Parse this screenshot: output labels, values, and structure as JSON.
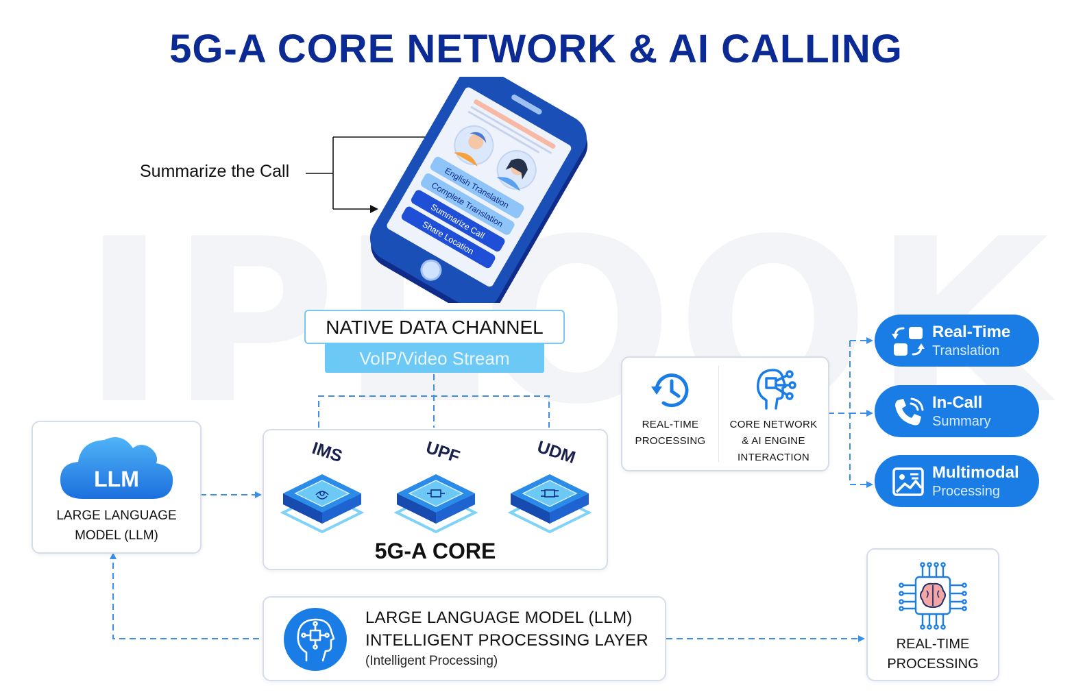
{
  "title": "5G-A CORE NETWORK & AI CALLING",
  "watermark": "IPLOOK",
  "phone": {
    "annotation": "Summarize the Call",
    "buttons": [
      {
        "label": "English Translation",
        "style": "light"
      },
      {
        "label": "Complete Translation",
        "style": "light"
      },
      {
        "label": "Summarize Call",
        "style": "dark"
      },
      {
        "label": "Share Location",
        "style": "dark"
      }
    ]
  },
  "data_channel": {
    "title": "NATIVE DATA CHANNEL",
    "stream": "VoIP/Video Stream"
  },
  "llm": {
    "icon_label": "LLM",
    "caption_line1": "LARGE LANGUAGE",
    "caption_line2": "MODEL (LLM)"
  },
  "core": {
    "title": "5G-A CORE",
    "nodes": [
      {
        "label": "IMS",
        "icon": "chip-icon"
      },
      {
        "label": "UPF",
        "icon": "chip-icon"
      },
      {
        "label": "UDM",
        "icon": "chip-icon"
      }
    ]
  },
  "processing": {
    "left_line1": "REAL-TIME",
    "left_line2": "PROCESSING",
    "right_line1": "CORE NETWORK",
    "right_line2": "& AI ENGINE",
    "right_line3": "INTERACTION"
  },
  "services": [
    {
      "title": "Real-Time",
      "subtitle": "Translation",
      "icon": "translate-icon"
    },
    {
      "title": "In-Call",
      "subtitle": "Summary",
      "icon": "phone-call-icon"
    },
    {
      "title": "Multimodal",
      "subtitle": "Processing",
      "icon": "image-icon"
    }
  ],
  "llm_layer": {
    "line1": "LARGE LANGUAGE MODEL (LLM)",
    "line2": "INTELLIGENT PROCESSING LAYER",
    "line3": "(Intelligent Processing)"
  },
  "realtime": {
    "line1": "REAL-TIME",
    "line2": "PROCESSING"
  },
  "colors": {
    "title": "#0b2a93",
    "accent": "#1a7de6",
    "light_blue": "#6cc8f5",
    "connector": "#3b8fe8"
  }
}
